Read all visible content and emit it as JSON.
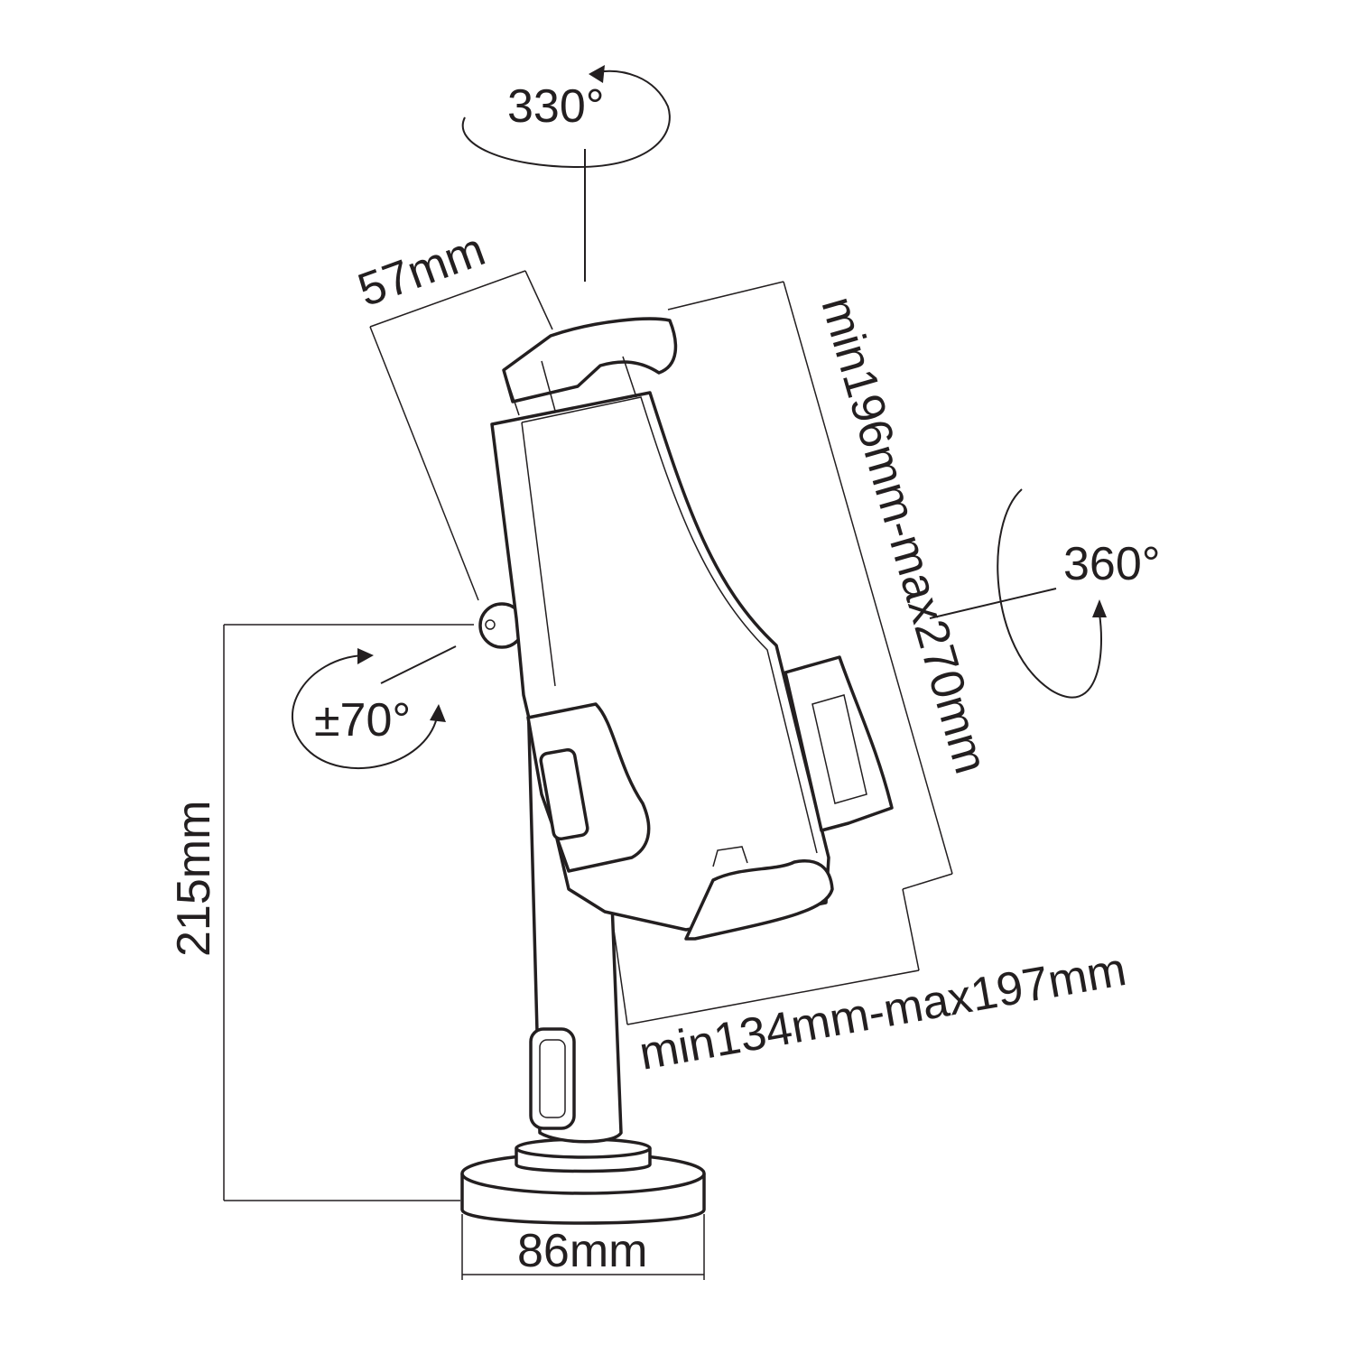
{
  "title": "Tablet stand dimension diagram",
  "labels": {
    "swivel_top": "330°",
    "holder_depth": "57mm",
    "holder_height": "min196mm-max270mm",
    "rotation": "360°",
    "tilt": "±70°",
    "stand_height": "215mm",
    "holder_width": "min134mm-max197mm",
    "base_diameter": "86mm"
  }
}
